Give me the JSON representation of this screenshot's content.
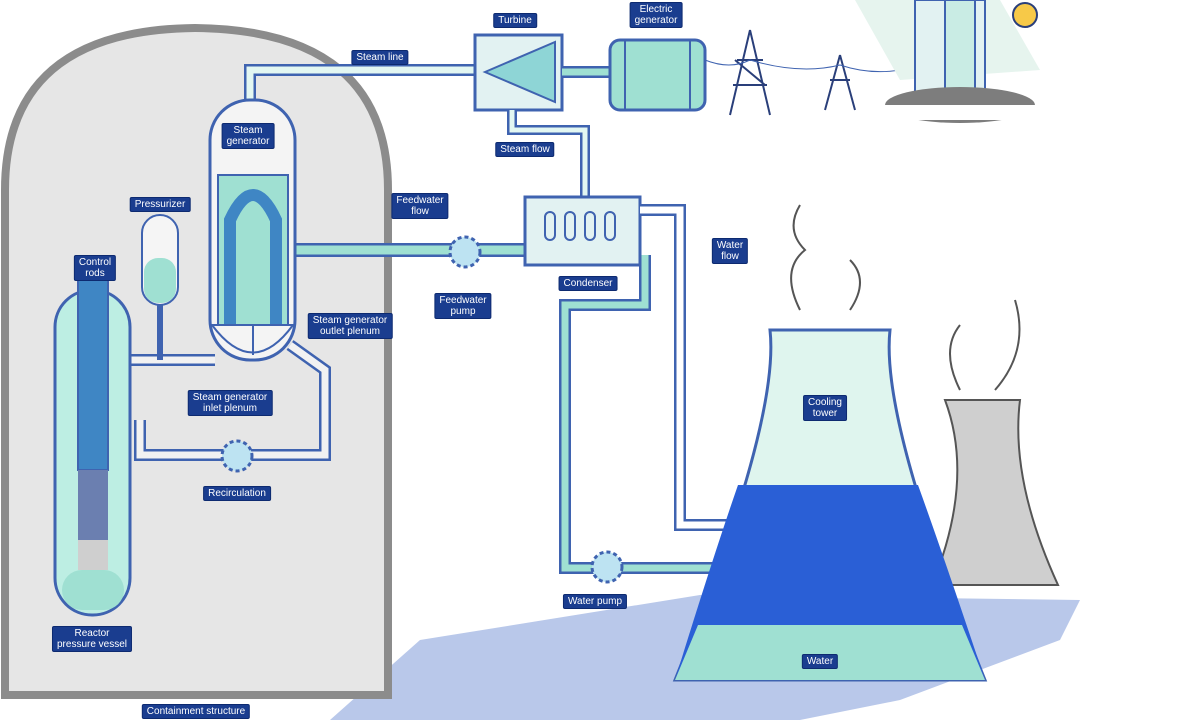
{
  "title": "Pressurized water reactor nuclear power plant",
  "labels": {
    "turbine": "Turbine",
    "electric_generator": "Electric\ngenerator",
    "steam_line": "Steam line",
    "steam_generator": "Steam\ngenerator",
    "steam_flow": "Steam flow",
    "pressurizer": "Pressurizer",
    "feedwater_flow": "Feedwater\nflow",
    "control_rods": "Control\nrods",
    "condenser": "Condenser",
    "water_flow": "Water\nflow",
    "feedwater_pump": "Feedwater\npump",
    "sg_outlet_plenum": "Steam generator\noutlet plenum",
    "sg_inlet_plenum": "Steam generator\ninlet plenum",
    "recirculation": "Recirculation",
    "cooling_tower": "Cooling\ntower",
    "water_pump": "Water pump",
    "reactor_pressure_vessel": "Reactor\npressure vessel",
    "water": "Water",
    "containment_structure": "Containment structure"
  },
  "colors": {
    "label_bg": "#1a3d8f",
    "water_light": "#9fe0d2",
    "water_dark": "#2a5fd6",
    "pipe_outline": "#3f63b0",
    "containment": "#e6e6e6"
  }
}
